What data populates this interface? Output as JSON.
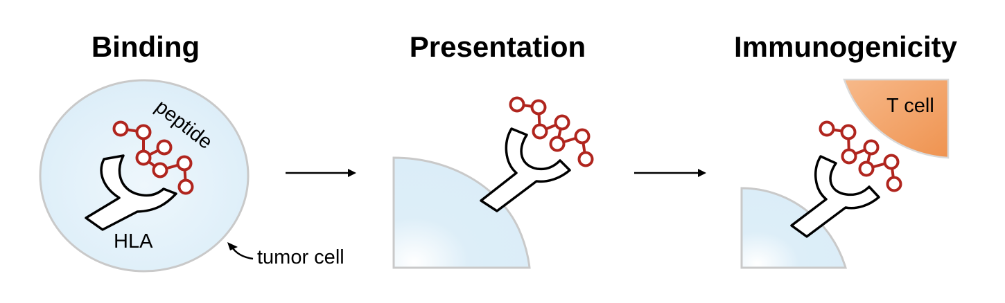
{
  "panels": {
    "binding": {
      "title": "Binding"
    },
    "presentation": {
      "title": "Presentation"
    },
    "immunogenicity": {
      "title": "Immunogenicity"
    }
  },
  "labels": {
    "peptide": "peptide",
    "hla": "HLA",
    "tumor_cell": "tumor cell",
    "t_cell": "T cell"
  },
  "colors": {
    "cell_fill": "#ddeef8",
    "cell_stroke": "#c9c9c9",
    "peptide": "#b0251e",
    "t_cell": "#ef9350"
  }
}
